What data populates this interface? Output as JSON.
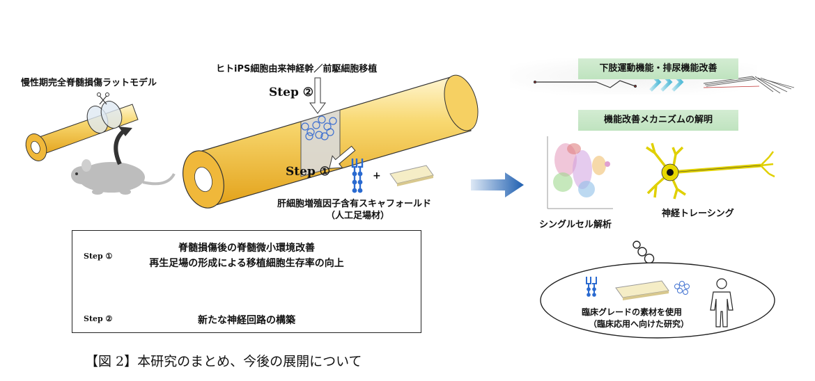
{
  "rat_model_label": "慢性期完全脊髄損傷ラットモデル",
  "transplant_label": "ヒトiPS細胞由来神経幹／前駆細胞移植",
  "step2_label": "Step ②",
  "step1_label": "Step ①",
  "scaffold_label_1": "肝細胞増殖因子含有スキャフォールド",
  "scaffold_label_2": "（人工足場材）",
  "plus_sign": "+",
  "summary_box": {
    "step1_tag": "Step ①",
    "step1_line1": "脊髄損傷後の脊髄微小環境改善",
    "step1_line2": "再生足場の形成による移植細胞生存率の向上",
    "step2_tag": "Step ②",
    "step2_text": "新たな神経回路の構築"
  },
  "outcome_banner_1": "下肢運動機能・排尿機能改善",
  "outcome_banner_2": "機能改善メカニズムの解明",
  "single_cell_label": "シングルセル解析",
  "neural_tracing_label": "神経トレーシング",
  "future_label_1": "臨床グレードの素材を使用",
  "future_label_2": "（臨床応用へ向けた研究）",
  "figure_caption": "【図 2】本研究のまとめ、今後の展開について",
  "colors": {
    "cord_light": "#fff3c4",
    "cord_dark": "#e8a818",
    "arrow_blue": "#1f5fb0",
    "banner_green": "#c6e6c5",
    "arrow_gray": "#444444"
  }
}
